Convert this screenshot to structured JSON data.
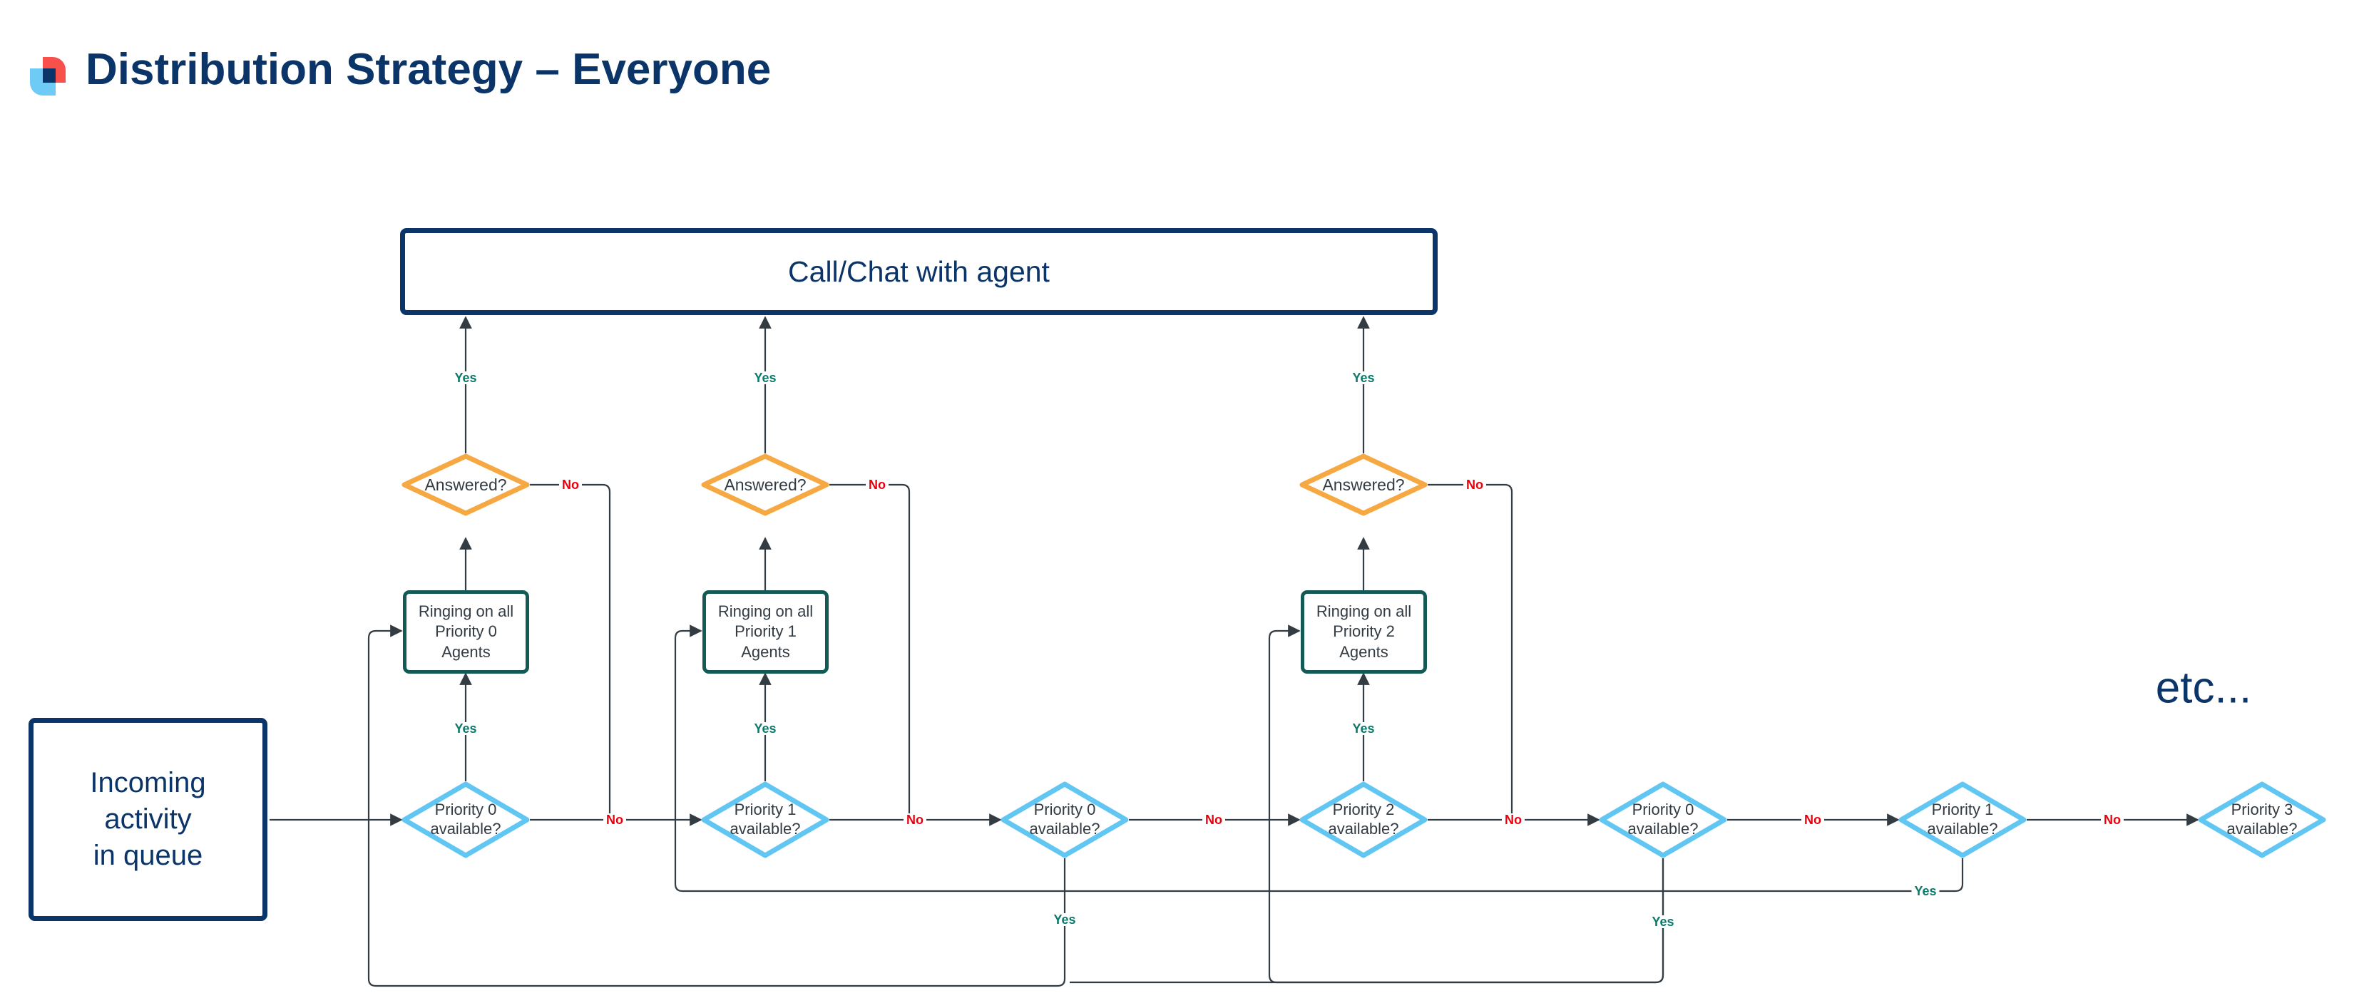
{
  "header": {
    "title": "Distribution Strategy – Everyone",
    "logo": {
      "name": "brand-logo",
      "colors": {
        "red": "#f8504a",
        "light_blue": "#6dcbf5",
        "navy": "#0b3468"
      }
    }
  },
  "colors": {
    "navy": "#0b3468",
    "teal_border": "#135a56",
    "orange_border": "#f6a943",
    "light_blue_border": "#62c6f2",
    "yes_green": "#0b7a6b",
    "no_red": "#e8000d",
    "edge_gray": "#333b43",
    "node_text": "#333b43"
  },
  "diagram": {
    "title_node": {
      "label": "Call/Chat with agent"
    },
    "start_node": {
      "label": "Incoming\nactivity\nin queue"
    },
    "etc_label": "etc...",
    "ringing_nodes": [
      {
        "id": "ringing-p0",
        "label": "Ringing on all\nPriority 0\nAgents"
      },
      {
        "id": "ringing-p1",
        "label": "Ringing on all\nPriority 1\nAgents"
      },
      {
        "id": "ringing-p2",
        "label": "Ringing on all\nPriority 2\nAgents"
      }
    ],
    "answered_nodes": [
      {
        "id": "answered-0",
        "label": "Answered?"
      },
      {
        "id": "answered-1",
        "label": "Answered?"
      },
      {
        "id": "answered-2",
        "label": "Answered?"
      }
    ],
    "priority_nodes": [
      {
        "id": "prio-a",
        "label": "Priority 0\navailable?"
      },
      {
        "id": "prio-b",
        "label": "Priority 1\navailable?"
      },
      {
        "id": "prio-c",
        "label": "Priority 0\navailable?"
      },
      {
        "id": "prio-d",
        "label": "Priority 2\navailable?"
      },
      {
        "id": "prio-e",
        "label": "Priority 0\navailable?"
      },
      {
        "id": "prio-f",
        "label": "Priority 1\navailable?"
      },
      {
        "id": "prio-g",
        "label": "Priority 3\navailable?"
      }
    ],
    "edge_labels": {
      "yes": "Yes",
      "no": "No"
    },
    "edges": [
      {
        "from": "answered-0",
        "to": "call-chat",
        "label": "Yes"
      },
      {
        "from": "answered-1",
        "to": "call-chat",
        "label": "Yes"
      },
      {
        "from": "answered-2",
        "to": "call-chat",
        "label": "Yes"
      },
      {
        "from": "answered-0",
        "to": "prio-b",
        "label": "No"
      },
      {
        "from": "answered-1",
        "to": "prio-c",
        "label": "No"
      },
      {
        "from": "answered-2",
        "to": "prio-e",
        "label": "No"
      },
      {
        "from": "ringing-p0",
        "to": "answered-0",
        "label": ""
      },
      {
        "from": "ringing-p1",
        "to": "answered-1",
        "label": ""
      },
      {
        "from": "ringing-p2",
        "to": "answered-2",
        "label": ""
      },
      {
        "from": "prio-a",
        "to": "ringing-p0",
        "label": "Yes"
      },
      {
        "from": "prio-b",
        "to": "ringing-p1",
        "label": "Yes"
      },
      {
        "from": "prio-d",
        "to": "ringing-p2",
        "label": "Yes"
      },
      {
        "from": "start",
        "to": "prio-a",
        "label": ""
      },
      {
        "from": "prio-a",
        "to": "prio-b",
        "label": "No"
      },
      {
        "from": "prio-b",
        "to": "prio-c",
        "label": "No"
      },
      {
        "from": "prio-c",
        "to": "prio-d",
        "label": "No"
      },
      {
        "from": "prio-d",
        "to": "prio-e",
        "label": "No"
      },
      {
        "from": "prio-e",
        "to": "prio-f",
        "label": "No"
      },
      {
        "from": "prio-f",
        "to": "prio-g",
        "label": "No"
      },
      {
        "from": "prio-c",
        "to": "ringing-p0",
        "label": "Yes"
      },
      {
        "from": "prio-e",
        "to": "ringing-p2",
        "label": "Yes"
      },
      {
        "from": "prio-f",
        "to": "ringing-p1",
        "label": "Yes"
      }
    ]
  }
}
